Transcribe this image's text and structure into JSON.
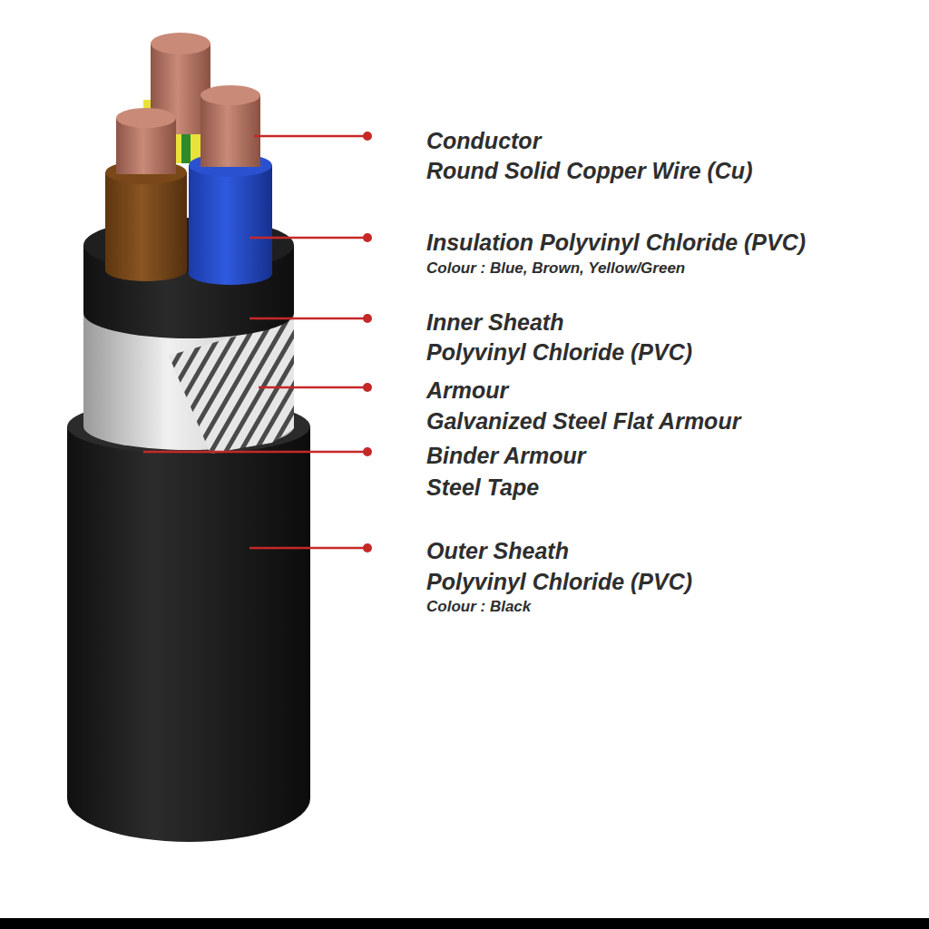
{
  "diagram": {
    "labels": [
      "Conductor",
      "Round Solid Copper Wire (Cu)",
      "Insulation Polyvinyl Chloride (PVC)",
      "Colour : Blue, Brown, Yellow/Green",
      "Inner Sheath",
      "Polyvinyl Chloride (PVC)",
      "Armour",
      "Galvanized Steel Flat Armour",
      "Binder Armour",
      "Steel Tape",
      "Outer Sheath",
      "Polyvinyl Chloride (PVC)",
      "Colour : Black"
    ]
  }
}
